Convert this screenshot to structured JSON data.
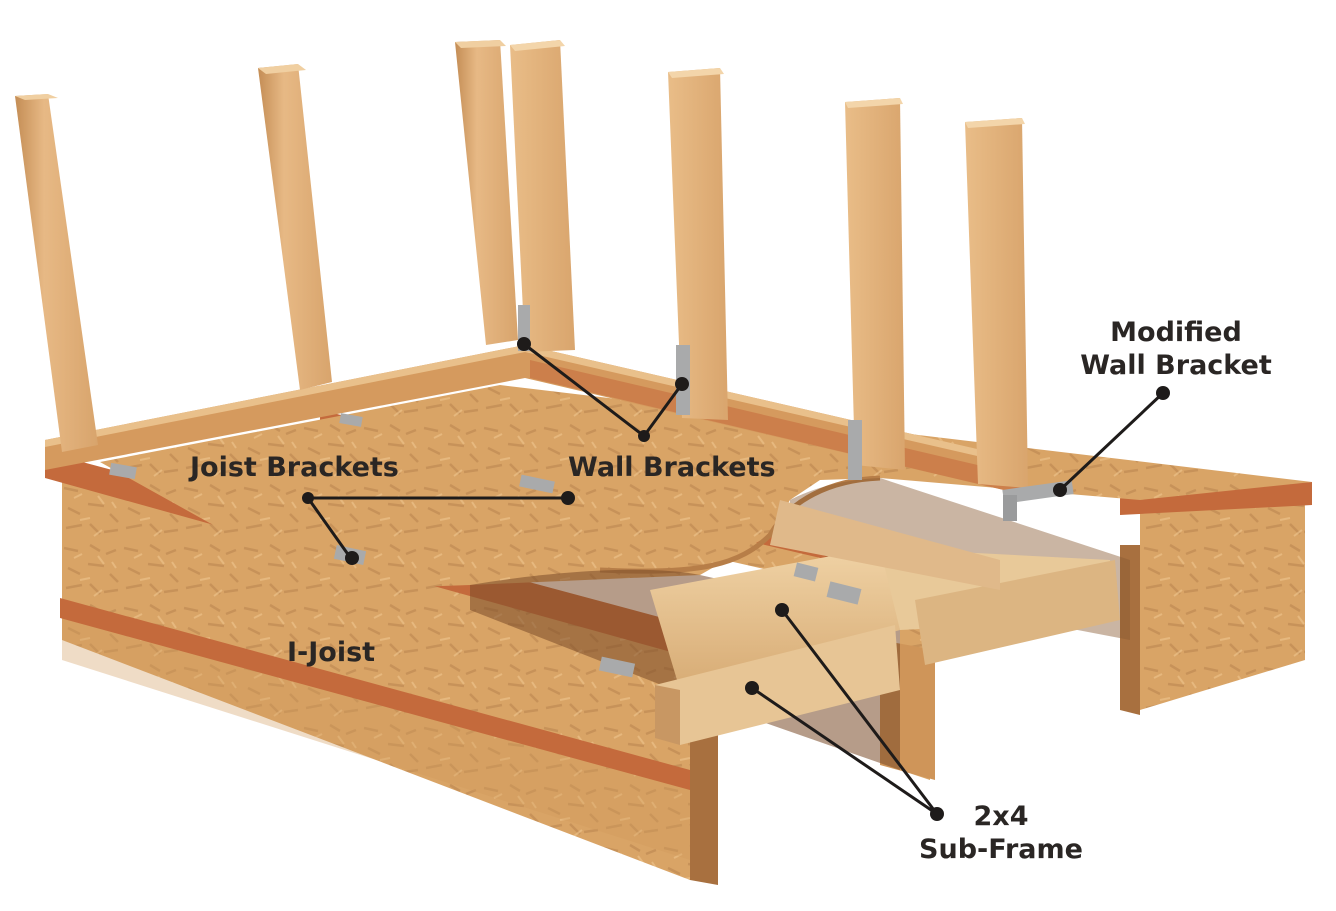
{
  "labels": {
    "joist_brackets": "Joist Brackets",
    "wall_brackets": "Wall Brackets",
    "modified_wall_bracket_line1": "Modified",
    "modified_wall_bracket_line2": "Wall Bracket",
    "i_joist": "I-Joist",
    "sub_frame_line1": "2x4",
    "sub_frame_line2": "Sub-Frame"
  },
  "colors": {
    "osb": "#d9a466",
    "osb_dark": "#b9814a",
    "flange": "#c46a3c",
    "stud": "#e2b077",
    "stud_shade": "#c48d55",
    "bracket": "#a9aaab",
    "leader": "#1e1b1a",
    "text": "#2a2624"
  }
}
